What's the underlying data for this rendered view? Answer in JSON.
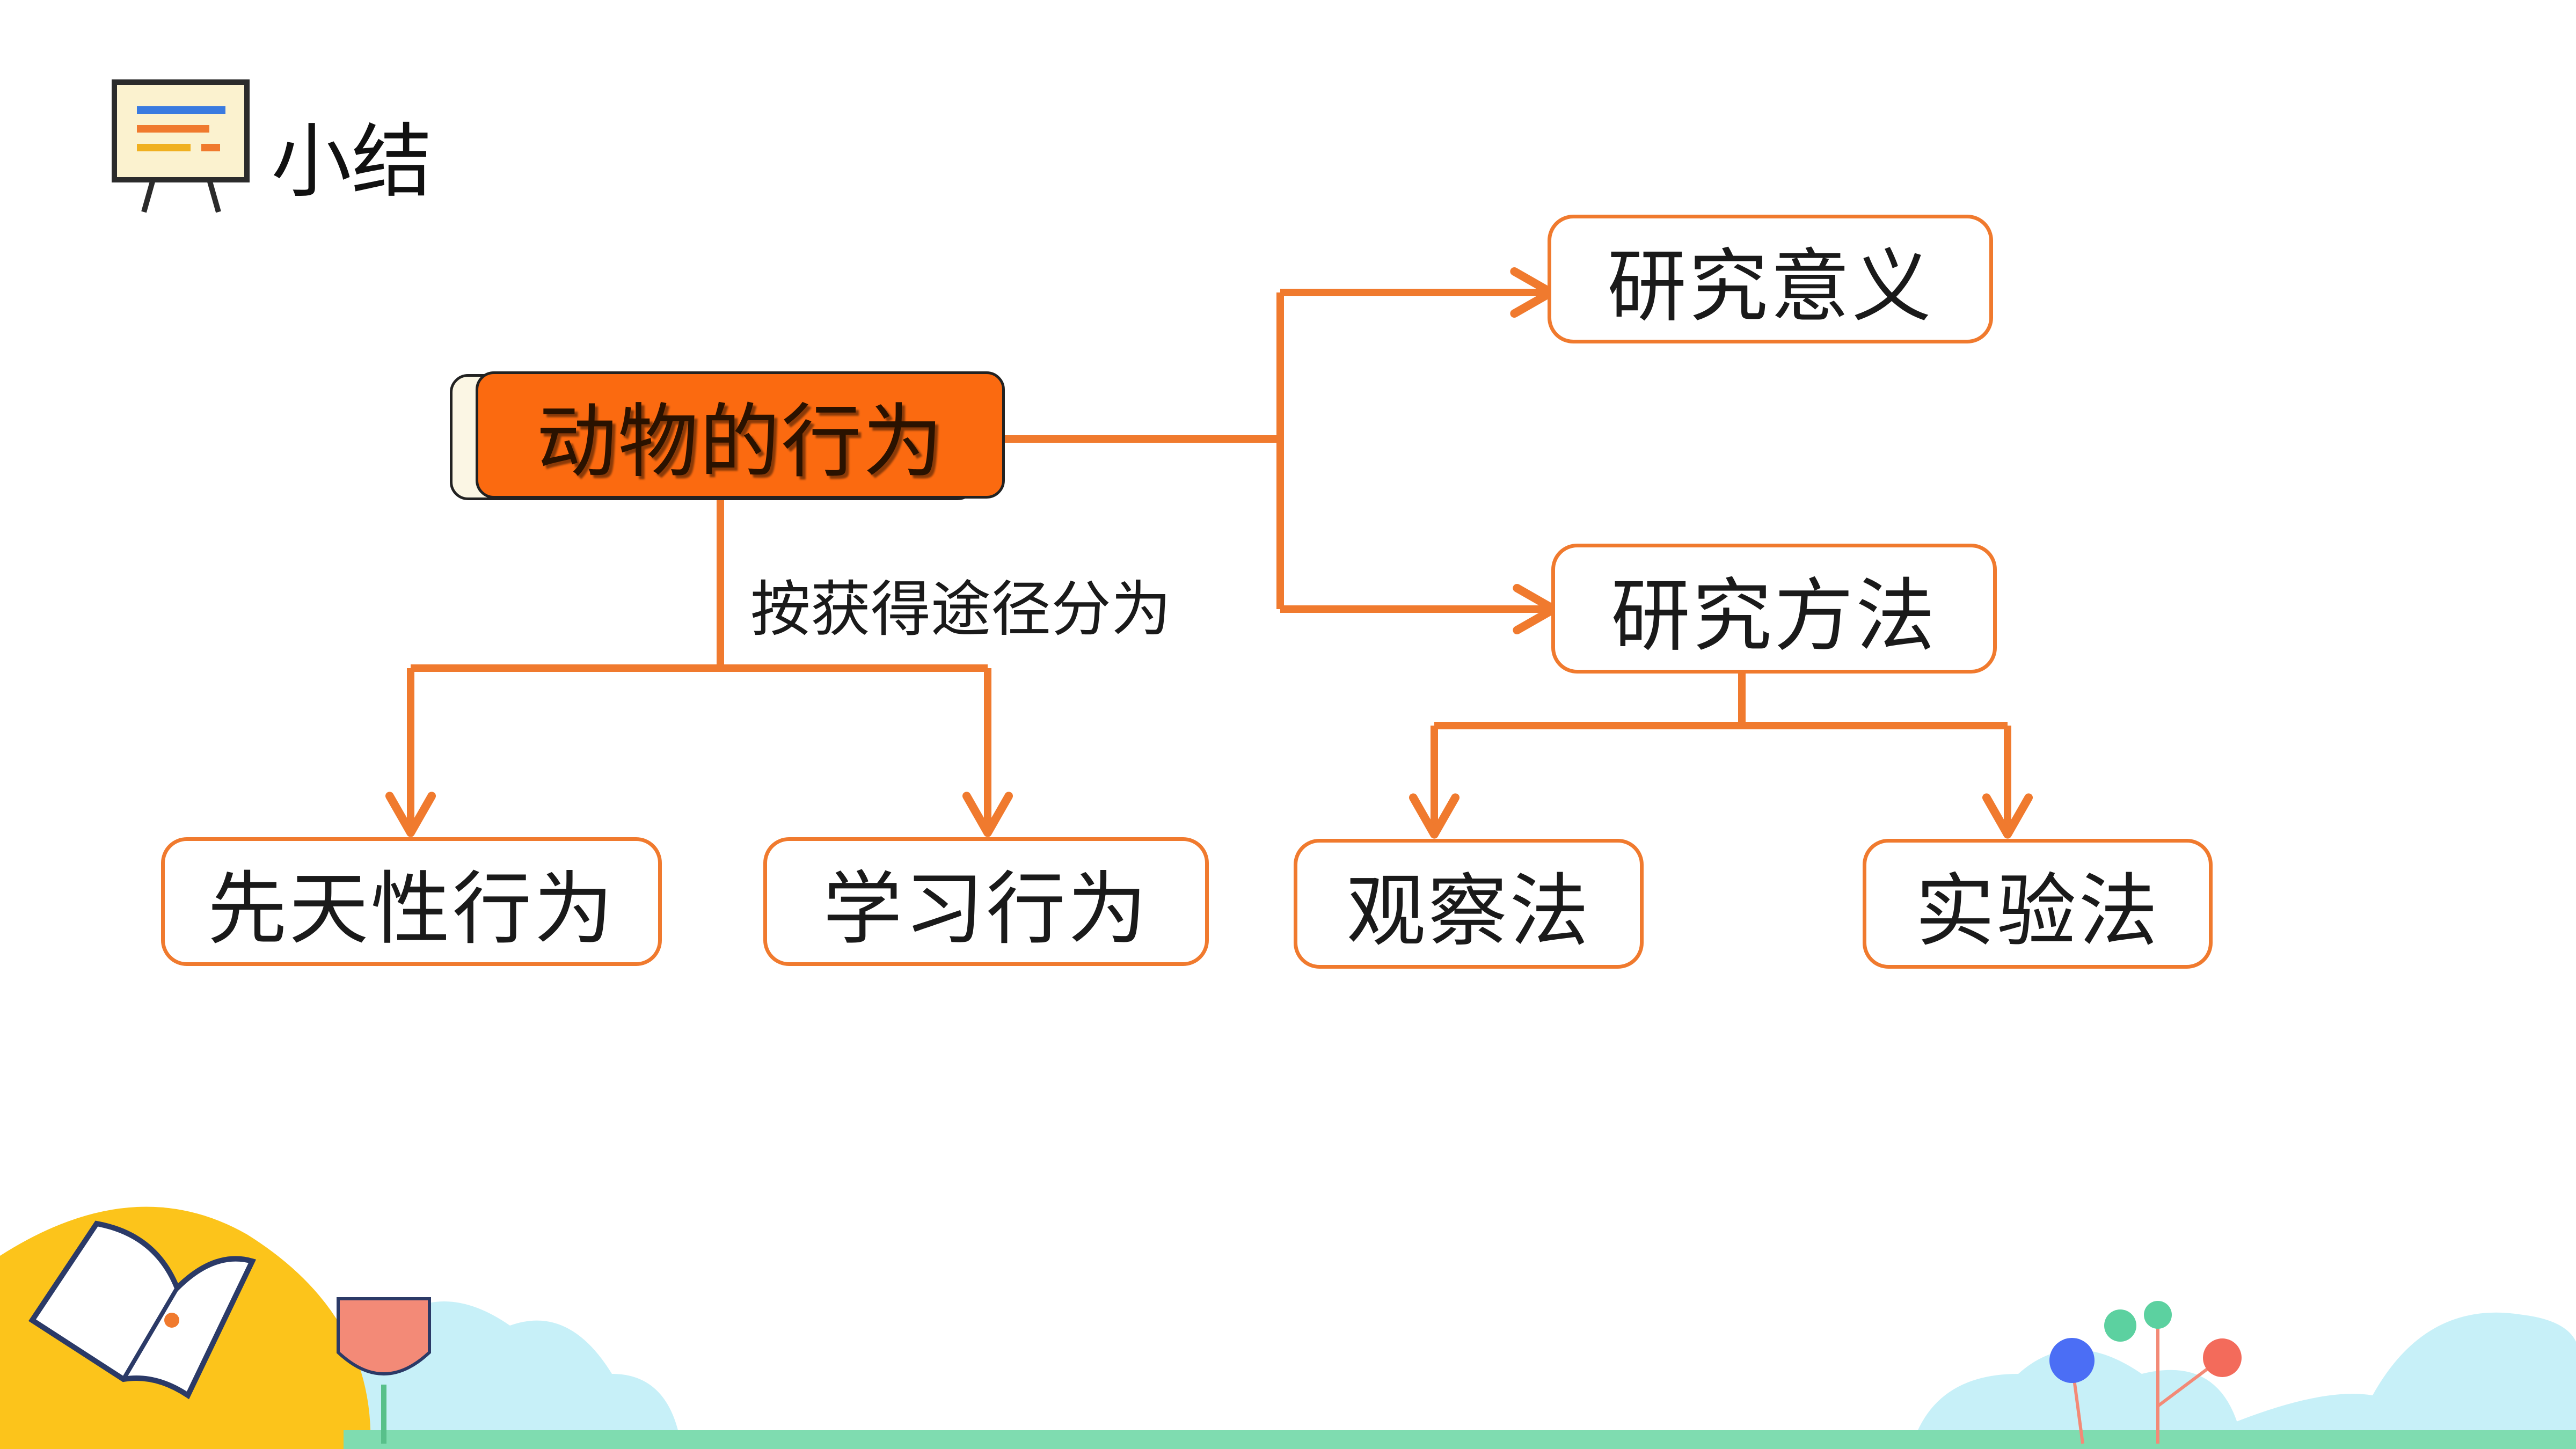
{
  "header": {
    "title": "小结"
  },
  "diagram": {
    "root": "动物的行为",
    "edge_label": "按获得途径分为",
    "nodes": {
      "research_significance": "研究意义",
      "research_method": "研究方法",
      "innate_behavior": "先天性行为",
      "learned_behavior": "学习行为",
      "observation_method": "观察法",
      "experiment_method": "实验法"
    }
  },
  "colors": {
    "accent_orange": "#f07a2e",
    "root_fill": "#fb6a10",
    "cloud_blue": "#c7f0f8",
    "ground_green": "#7fdcb0"
  },
  "icons": [
    "easel-board-icon",
    "open-book-icon",
    "flower-icon",
    "balloon-tree-icon"
  ]
}
